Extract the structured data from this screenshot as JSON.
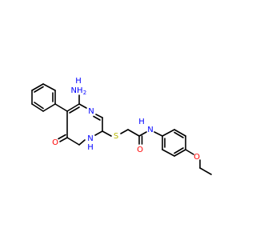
{
  "colors": {
    "background": "#ffffff",
    "bond": "#000000",
    "nitrogen": "#0000ff",
    "oxygen": "#ff0000",
    "sulfur": "#b8b800"
  },
  "labels": {
    "amine_nh2": "NH",
    "amine_sub": "2",
    "amine_h": "H",
    "ring_n_upper": "N",
    "ring_nh_n": "N",
    "ring_nh_h": "H",
    "carbonyl_o_ring": "O",
    "thioether_s": "S",
    "amide_o": "O",
    "amide_n": "N",
    "amide_h": "H",
    "ether_o": "O"
  }
}
